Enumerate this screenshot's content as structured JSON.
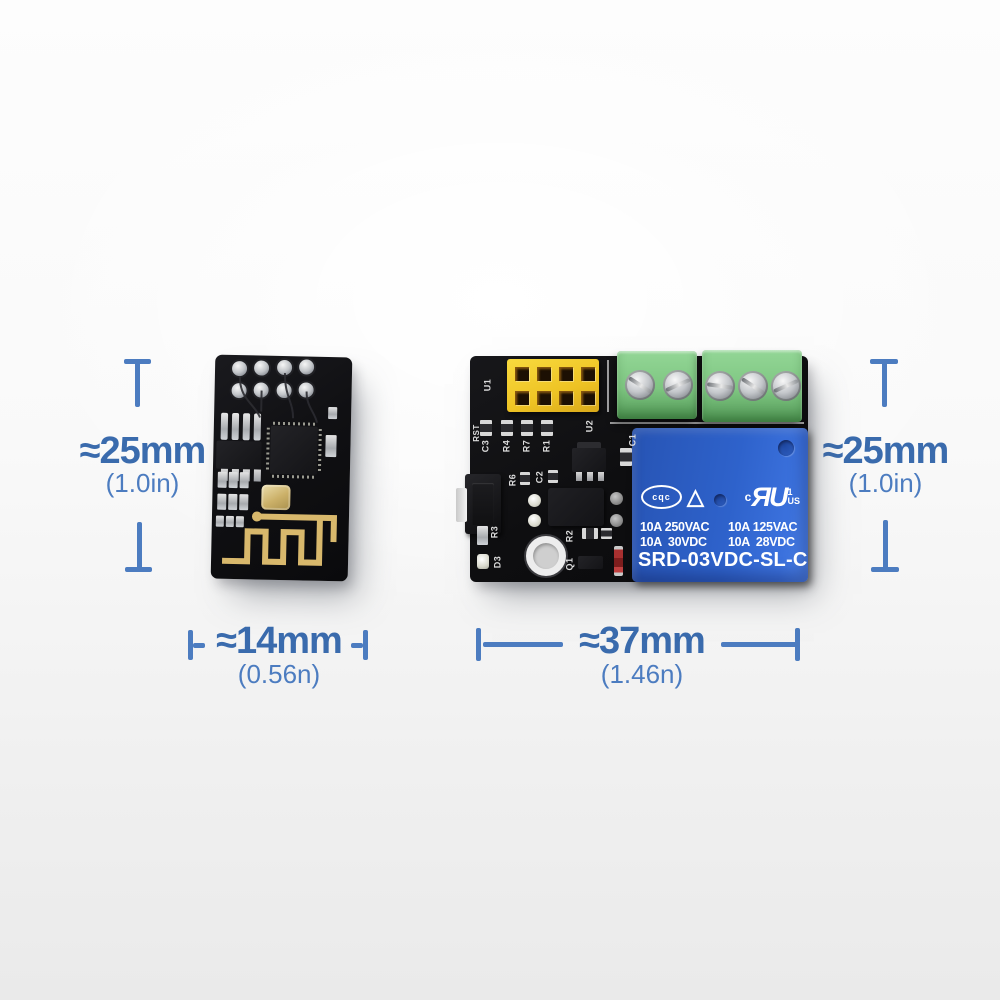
{
  "colors": {
    "annotation_line": "#4c7cc0",
    "annotation_value": "#3a6bad",
    "annotation_sub": "#4c7cc0",
    "pcb_black": "#0e0e10",
    "header_yellow": "#eec324",
    "terminal_green": "#7ec681",
    "relay_blue": "#2e62cb",
    "antenna_gold": "#d8b86c"
  },
  "dimensions": {
    "esp01_height": {
      "value": "≈25mm",
      "inches": "(1.0in)"
    },
    "esp01_width": {
      "value": "≈14mm",
      "inches": "(0.56n)"
    },
    "relay_height": {
      "value": "≈25mm",
      "inches": "(1.0in)"
    },
    "relay_width": {
      "value": "≈37mm",
      "inches": "(1.46n)"
    }
  },
  "relay_board": {
    "silkscreen": {
      "u1": "U1",
      "u2": "U2",
      "c1": "C1",
      "rst": "RST",
      "c3": "C3",
      "r4": "R4",
      "r7": "R7",
      "r1": "R1",
      "r6": "R6",
      "c2": "C2",
      "r3": "R3",
      "d3": "D3",
      "r2": "R2",
      "q1": "Q1"
    },
    "relay": {
      "cqc_mark": "cqc",
      "vde_triangle_icon": "△",
      "ul_prefix": "c",
      "ul_recognized_mark": "ЯU",
      "ul_sup": "1",
      "ul_suffix": "US",
      "rating_1a": "10A 250VAC",
      "rating_1b": "10A 125VAC",
      "rating_2a": "10A  30VDC",
      "rating_2b": "10A  28VDC",
      "part_number": "SRD-03VDC-SL-C"
    }
  }
}
